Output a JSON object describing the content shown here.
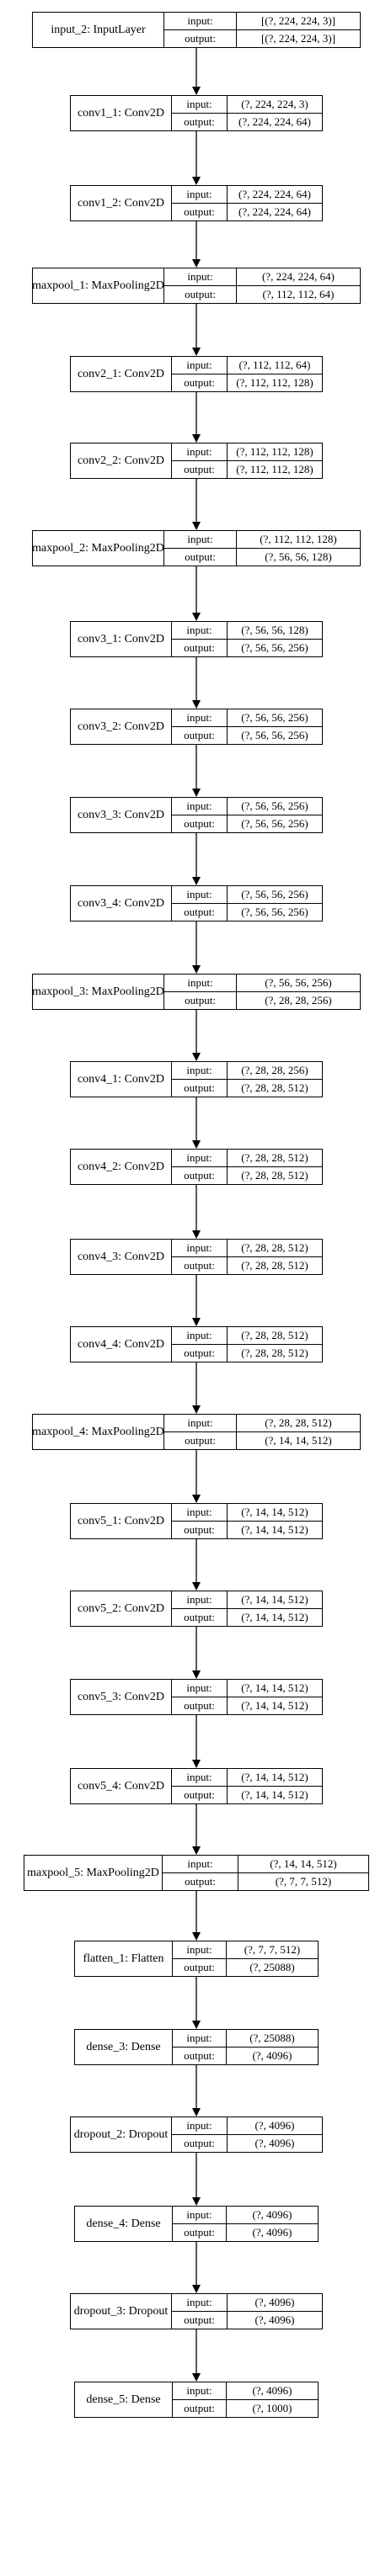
{
  "diagram": {
    "labels": {
      "input": "input:",
      "output": "output:"
    },
    "layers": [
      {
        "name": "input_2: InputLayer",
        "input": "[(?, 224, 224, 3)]",
        "output": "[(?, 224, 224, 3)]"
      },
      {
        "name": "conv1_1: Conv2D",
        "input": "(?, 224, 224, 3)",
        "output": "(?, 224, 224, 64)"
      },
      {
        "name": "conv1_2: Conv2D",
        "input": "(?, 224, 224, 64)",
        "output": "(?, 224, 224, 64)"
      },
      {
        "name": "maxpool_1: MaxPooling2D",
        "input": "(?, 224, 224, 64)",
        "output": "(?, 112, 112, 64)"
      },
      {
        "name": "conv2_1: Conv2D",
        "input": "(?, 112, 112, 64)",
        "output": "(?, 112, 112, 128)"
      },
      {
        "name": "conv2_2: Conv2D",
        "input": "(?, 112, 112, 128)",
        "output": "(?, 112, 112, 128)"
      },
      {
        "name": "maxpool_2: MaxPooling2D",
        "input": "(?, 112, 112, 128)",
        "output": "(?, 56, 56, 128)"
      },
      {
        "name": "conv3_1: Conv2D",
        "input": "(?, 56, 56, 128)",
        "output": "(?, 56, 56, 256)"
      },
      {
        "name": "conv3_2: Conv2D",
        "input": "(?, 56, 56, 256)",
        "output": "(?, 56, 56, 256)"
      },
      {
        "name": "conv3_3: Conv2D",
        "input": "(?, 56, 56, 256)",
        "output": "(?, 56, 56, 256)"
      },
      {
        "name": "conv3_4: Conv2D",
        "input": "(?, 56, 56, 256)",
        "output": "(?, 56, 56, 256)"
      },
      {
        "name": "maxpool_3: MaxPooling2D",
        "input": "(?, 56, 56, 256)",
        "output": "(?, 28, 28, 256)"
      },
      {
        "name": "conv4_1: Conv2D",
        "input": "(?, 28, 28, 256)",
        "output": "(?, 28, 28, 512)"
      },
      {
        "name": "conv4_2: Conv2D",
        "input": "(?, 28, 28, 512)",
        "output": "(?, 28, 28, 512)"
      },
      {
        "name": "conv4_3: Conv2D",
        "input": "(?, 28, 28, 512)",
        "output": "(?, 28, 28, 512)"
      },
      {
        "name": "conv4_4: Conv2D",
        "input": "(?, 28, 28, 512)",
        "output": "(?, 28, 28, 512)"
      },
      {
        "name": "maxpool_4: MaxPooling2D",
        "input": "(?, 28, 28, 512)",
        "output": "(?, 14, 14, 512)"
      },
      {
        "name": "conv5_1: Conv2D",
        "input": "(?, 14, 14, 512)",
        "output": "(?, 14, 14, 512)"
      },
      {
        "name": "conv5_2: Conv2D",
        "input": "(?, 14, 14, 512)",
        "output": "(?, 14, 14, 512)"
      },
      {
        "name": "conv5_3: Conv2D",
        "input": "(?, 14, 14, 512)",
        "output": "(?, 14, 14, 512)"
      },
      {
        "name": "conv5_4: Conv2D",
        "input": "(?, 14, 14, 512)",
        "output": "(?, 14, 14, 512)"
      },
      {
        "name": "maxpool_5: MaxPooling2D",
        "input": "(?, 14, 14, 512)",
        "output": "(?, 7, 7, 512)"
      },
      {
        "name": "flatten_1: Flatten",
        "input": "(?, 7, 7, 512)",
        "output": "(?, 25088)"
      },
      {
        "name": "dense_3: Dense",
        "input": "(?, 25088)",
        "output": "(?, 4096)"
      },
      {
        "name": "dropout_2: Dropout",
        "input": "(?, 4096)",
        "output": "(?, 4096)"
      },
      {
        "name": "dense_4: Dense",
        "input": "(?, 4096)",
        "output": "(?, 4096)"
      },
      {
        "name": "dropout_3: Dropout",
        "input": "(?, 4096)",
        "output": "(?, 4096)"
      },
      {
        "name": "dense_5: Dense",
        "input": "(?, 4096)",
        "output": "(?, 1000)"
      }
    ]
  }
}
